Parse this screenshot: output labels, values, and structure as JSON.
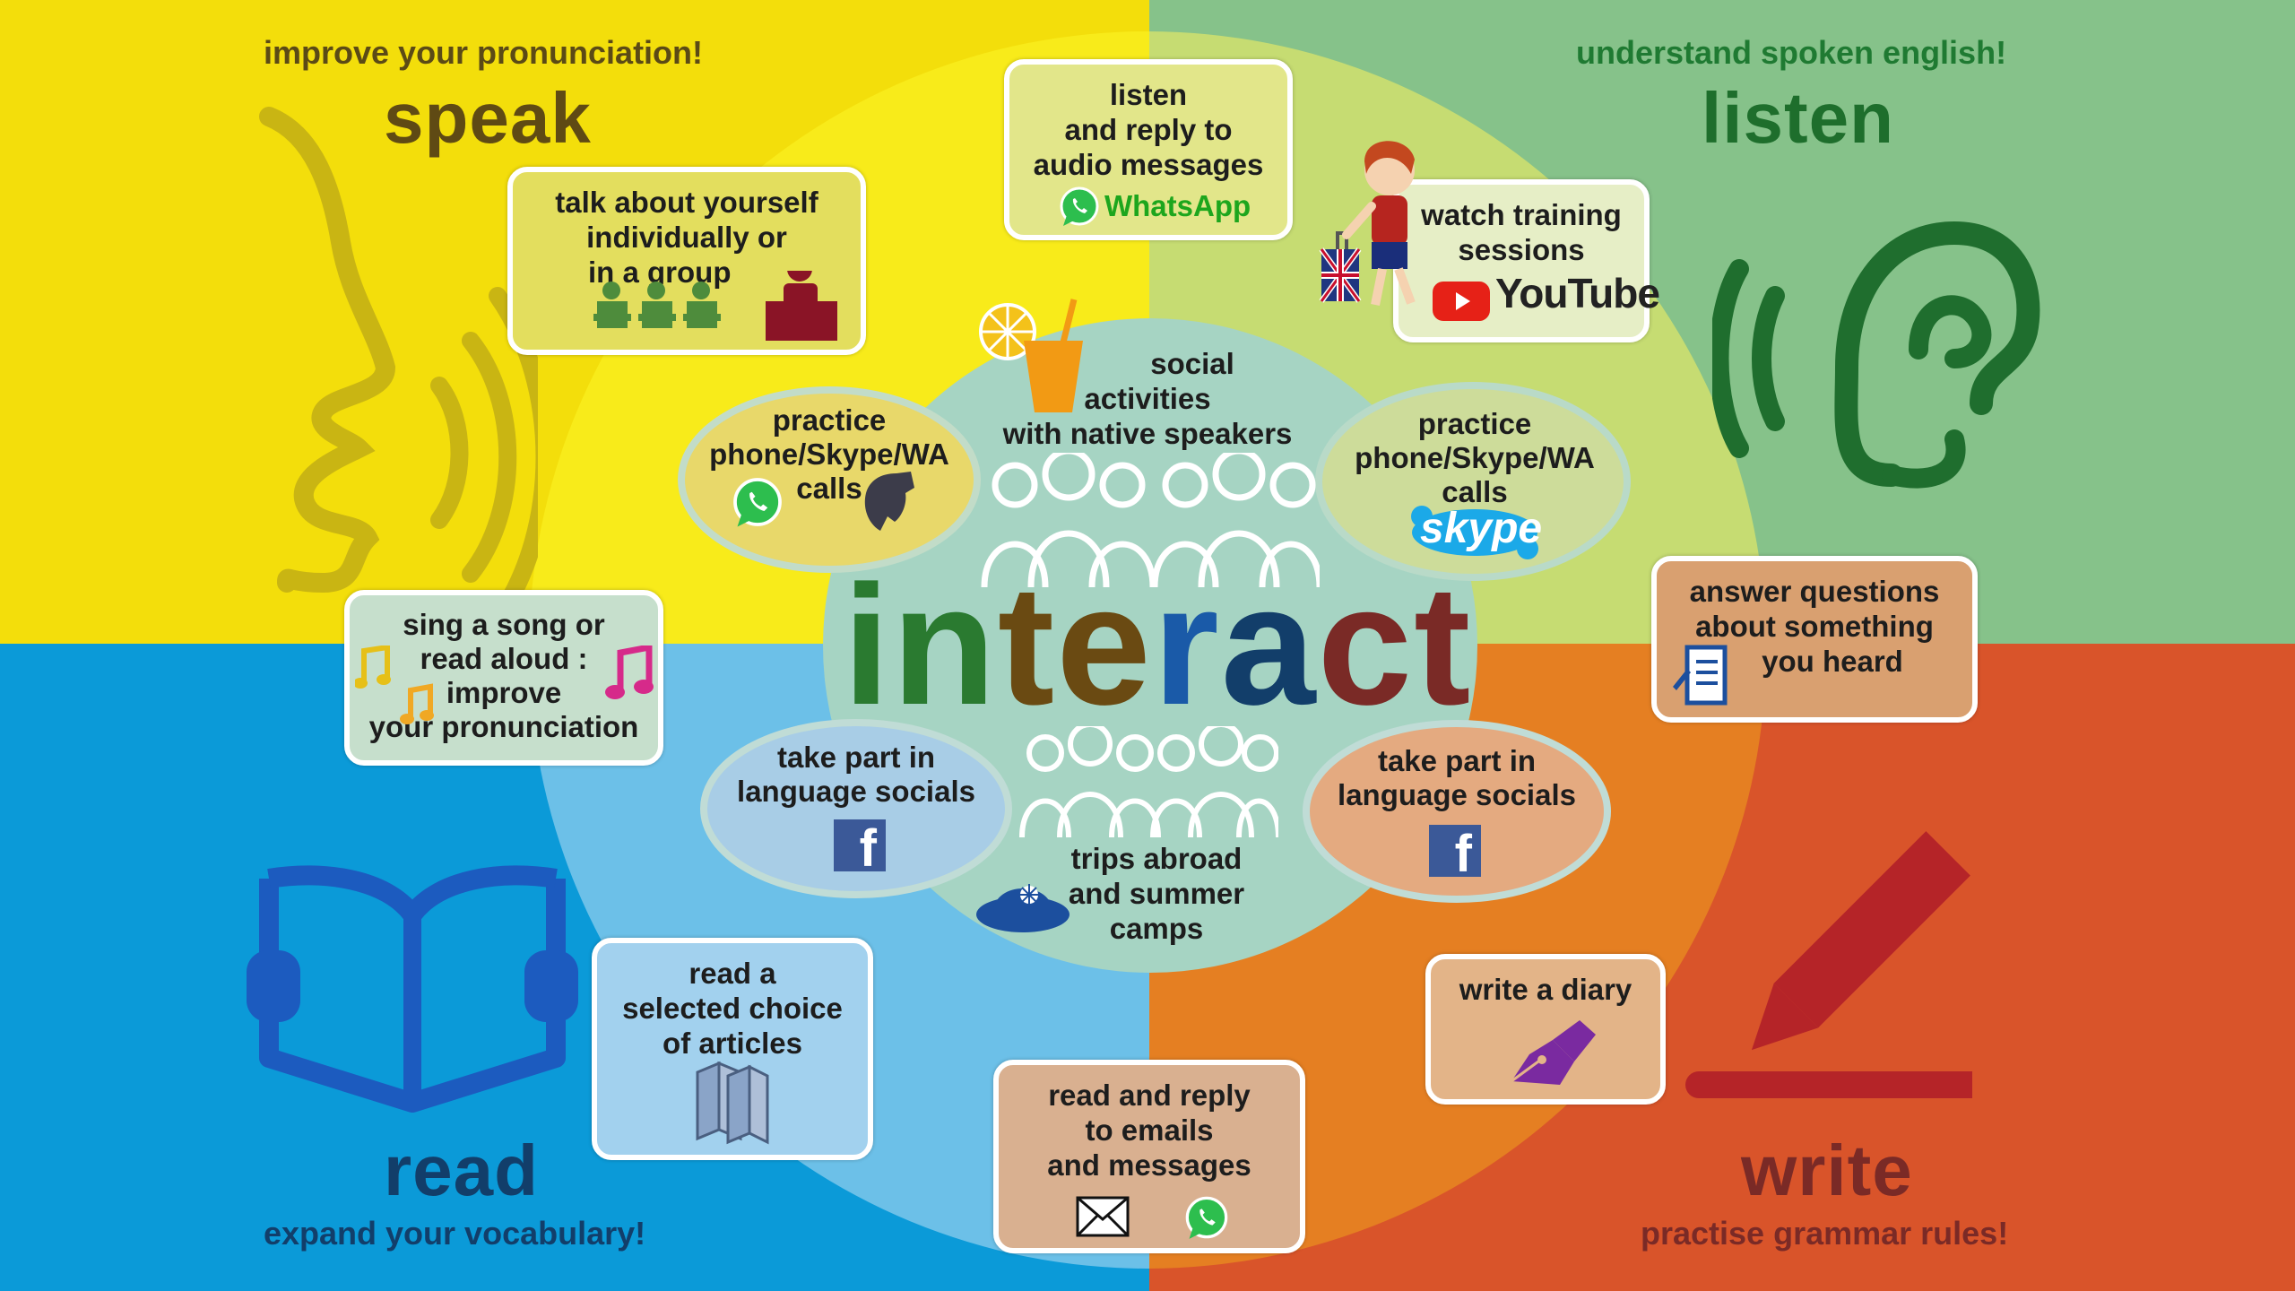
{
  "colors": {
    "speak_bg": "#f0d90d",
    "listen_bg": "#86c28a",
    "read_bg": "#0b9ad8",
    "write_bg": "#d9542a",
    "ring": "#c8dc64",
    "center": "#a5d3c2"
  },
  "speak": {
    "tagline": "improve your pronunciation!",
    "title": "speak"
  },
  "listen": {
    "tagline": "understand spoken english!",
    "title": "listen"
  },
  "read": {
    "tagline": "expand your vocabulary!",
    "title": "read"
  },
  "write": {
    "tagline": "practise grammar rules!",
    "title": "write"
  },
  "center": {
    "word_parts": [
      "in",
      "te",
      "r",
      "a",
      "ct"
    ],
    "social": [
      "social",
      "activities",
      "with native speakers"
    ],
    "trips": [
      "trips abroad",
      "and summer",
      "camps"
    ]
  },
  "cards": {
    "talk": [
      "talk about yourself",
      "individually or",
      "in a group"
    ],
    "whatsapp_audio": [
      "listen",
      "and reply to",
      "audio messages"
    ],
    "whatsapp_word": "WhatsApp",
    "youtube": [
      "watch training",
      "sessions"
    ],
    "youtube_word": "YouTube",
    "sing": [
      "sing a song or",
      "read aloud :",
      "improve",
      "your pronunciation"
    ],
    "answer": [
      "answer questions",
      "about something",
      "you heard"
    ],
    "articles": [
      "read a",
      "selected choice",
      "of articles"
    ],
    "emails": [
      "read and reply",
      "to emails",
      "and messages"
    ],
    "diary": [
      "write a diary"
    ]
  },
  "ovals": {
    "phone_left": [
      "practice",
      "phone/Skype/WA",
      "calls"
    ],
    "phone_right": [
      "practice",
      "phone/Skype/WA",
      "calls"
    ],
    "skype_word": "skype",
    "socials_left": [
      "take part in",
      "language socials"
    ],
    "socials_right": [
      "take part in",
      "language socials"
    ],
    "fb_letter": "f"
  },
  "icons": [
    "mouth-sound-icon",
    "ear-sound-icon",
    "open-book-icon",
    "pencil-icon",
    "whatsapp-icon",
    "youtube-icon",
    "skype-icon",
    "facebook-icon",
    "phone-icon",
    "music-note-icon",
    "document-icon",
    "books-icon",
    "envelope-icon",
    "fountain-pen-icon",
    "drink-icon",
    "people-icon",
    "hat-icon",
    "classroom-icon",
    "traveler-icon"
  ]
}
